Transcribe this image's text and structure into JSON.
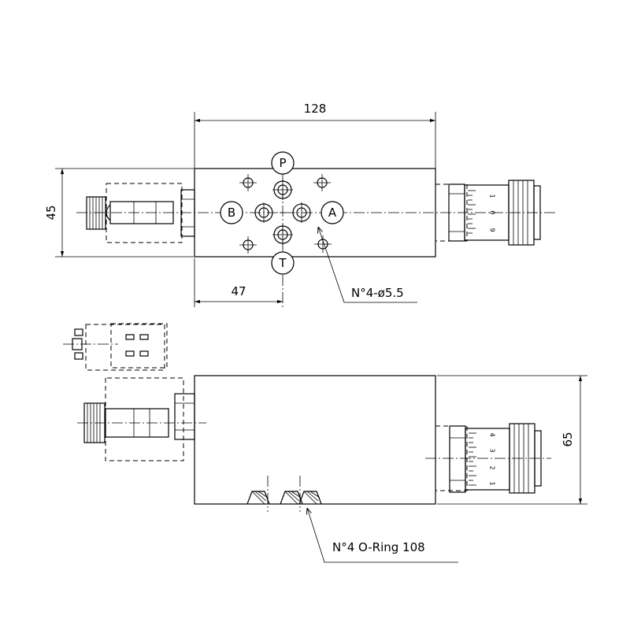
{
  "dimensions": {
    "length": "128",
    "height_top": "45",
    "port_offset": "47",
    "height_side": "65"
  },
  "ports": {
    "p": "P",
    "t": "T",
    "a": "A",
    "b": "B"
  },
  "callouts": {
    "holes": "N°4-ø5.5",
    "o_ring": "N°4 O-Ring 108"
  },
  "knob_scales": {
    "top": [
      "1",
      "0",
      "9"
    ],
    "side": [
      "4",
      "3",
      "2",
      "1"
    ]
  }
}
